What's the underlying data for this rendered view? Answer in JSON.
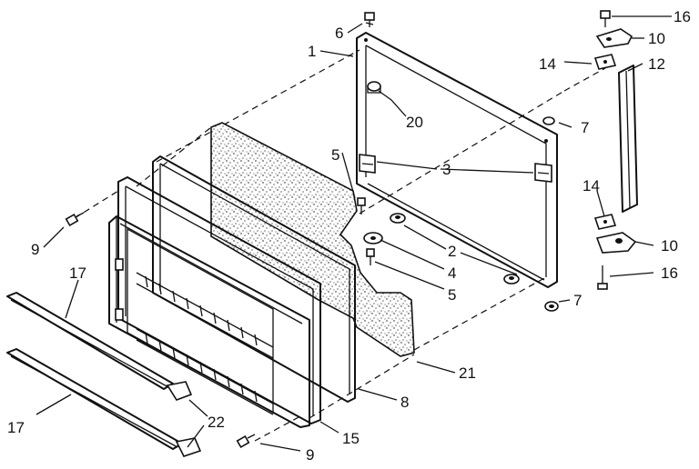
{
  "labels": {
    "l1": "1",
    "l2": "2",
    "l3": "3",
    "l4": "4",
    "l5a": "5",
    "l5b": "5",
    "l6": "6",
    "l7a": "7",
    "l7b": "7",
    "l8": "8",
    "l9a": "9",
    "l9b": "9",
    "l10a": "10",
    "l10b": "10",
    "l12": "12",
    "l14a": "14",
    "l14b": "14",
    "l15": "15",
    "l16a": "16",
    "l16b": "16",
    "l17a": "17",
    "l17b": "17",
    "l20": "20",
    "l21": "21",
    "l22": "22"
  }
}
